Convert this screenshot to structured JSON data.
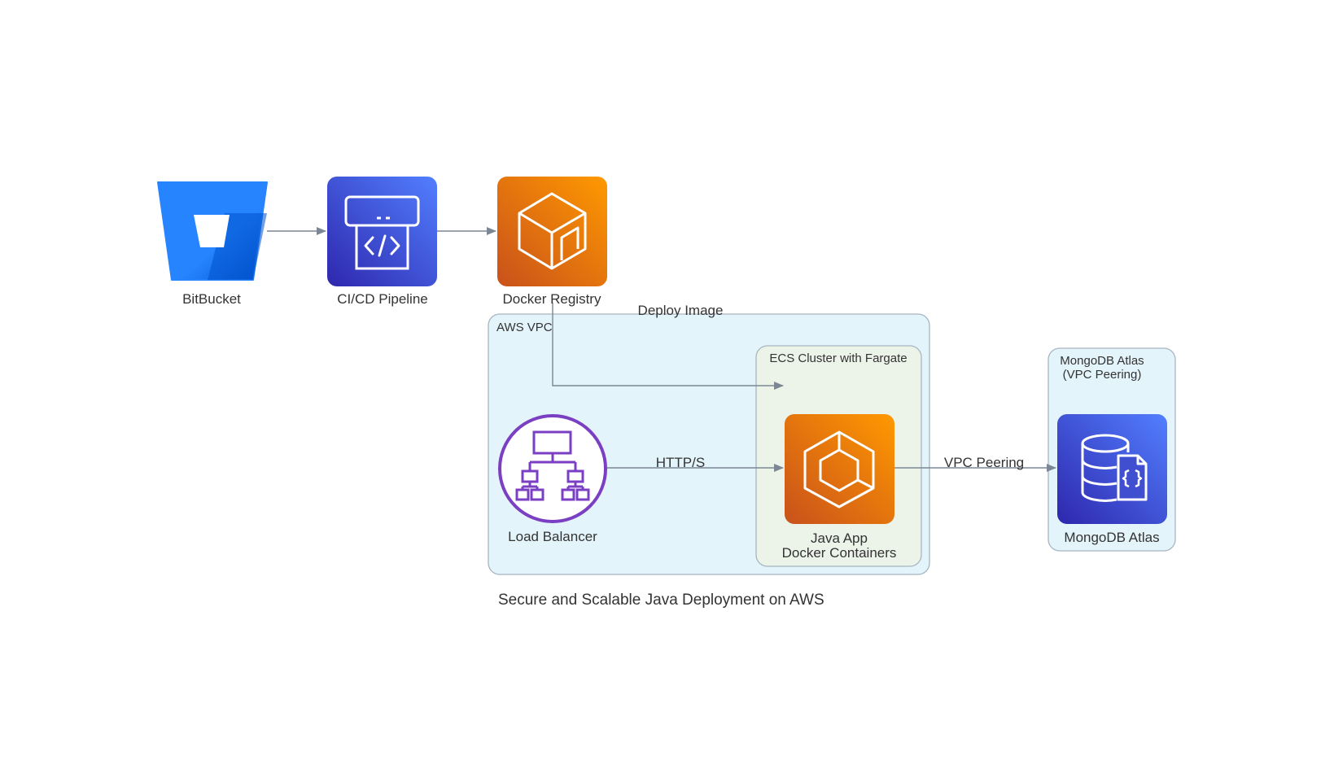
{
  "caption": "Secure and Scalable Java Deployment on AWS",
  "groups": {
    "vpc": "AWS VPC",
    "ecs": "ECS Cluster with Fargate",
    "mongo_line1": "MongoDB Atlas",
    "mongo_line2": "(VPC Peering)"
  },
  "nodes": {
    "bitbucket": "BitBucket",
    "cicd": "CI/CD Pipeline",
    "registry": "Docker Registry",
    "load_balancer": "Load Balancer",
    "java_app_line1": "Java App",
    "java_app_line2": "Docker Containers",
    "mongodb": "MongoDB Atlas"
  },
  "edges": {
    "deploy": "Deploy Image",
    "http": "HTTP/S",
    "peering": "VPC Peering"
  },
  "icons": {
    "bitbucket": "bitbucket-icon",
    "cicd": "code-pipeline-icon",
    "registry": "container-registry-icon",
    "load_balancer": "load-balancer-icon",
    "ecs": "ecs-container-icon",
    "mongodb": "document-database-icon"
  },
  "colors": {
    "vpc_fill": "#e4f4fb",
    "ecs_fill": "#ecf3e8",
    "mongo_group_fill": "#e4f4fb",
    "group_stroke": "#a6b5c1",
    "edge": "#7b8794",
    "bitbucket_blue": "#2684ff",
    "devtools_blue": "#3b48cc",
    "compute_orange": "#ed7100",
    "network_purple": "#7b3fc4",
    "database_blue": "#3b48cc"
  }
}
